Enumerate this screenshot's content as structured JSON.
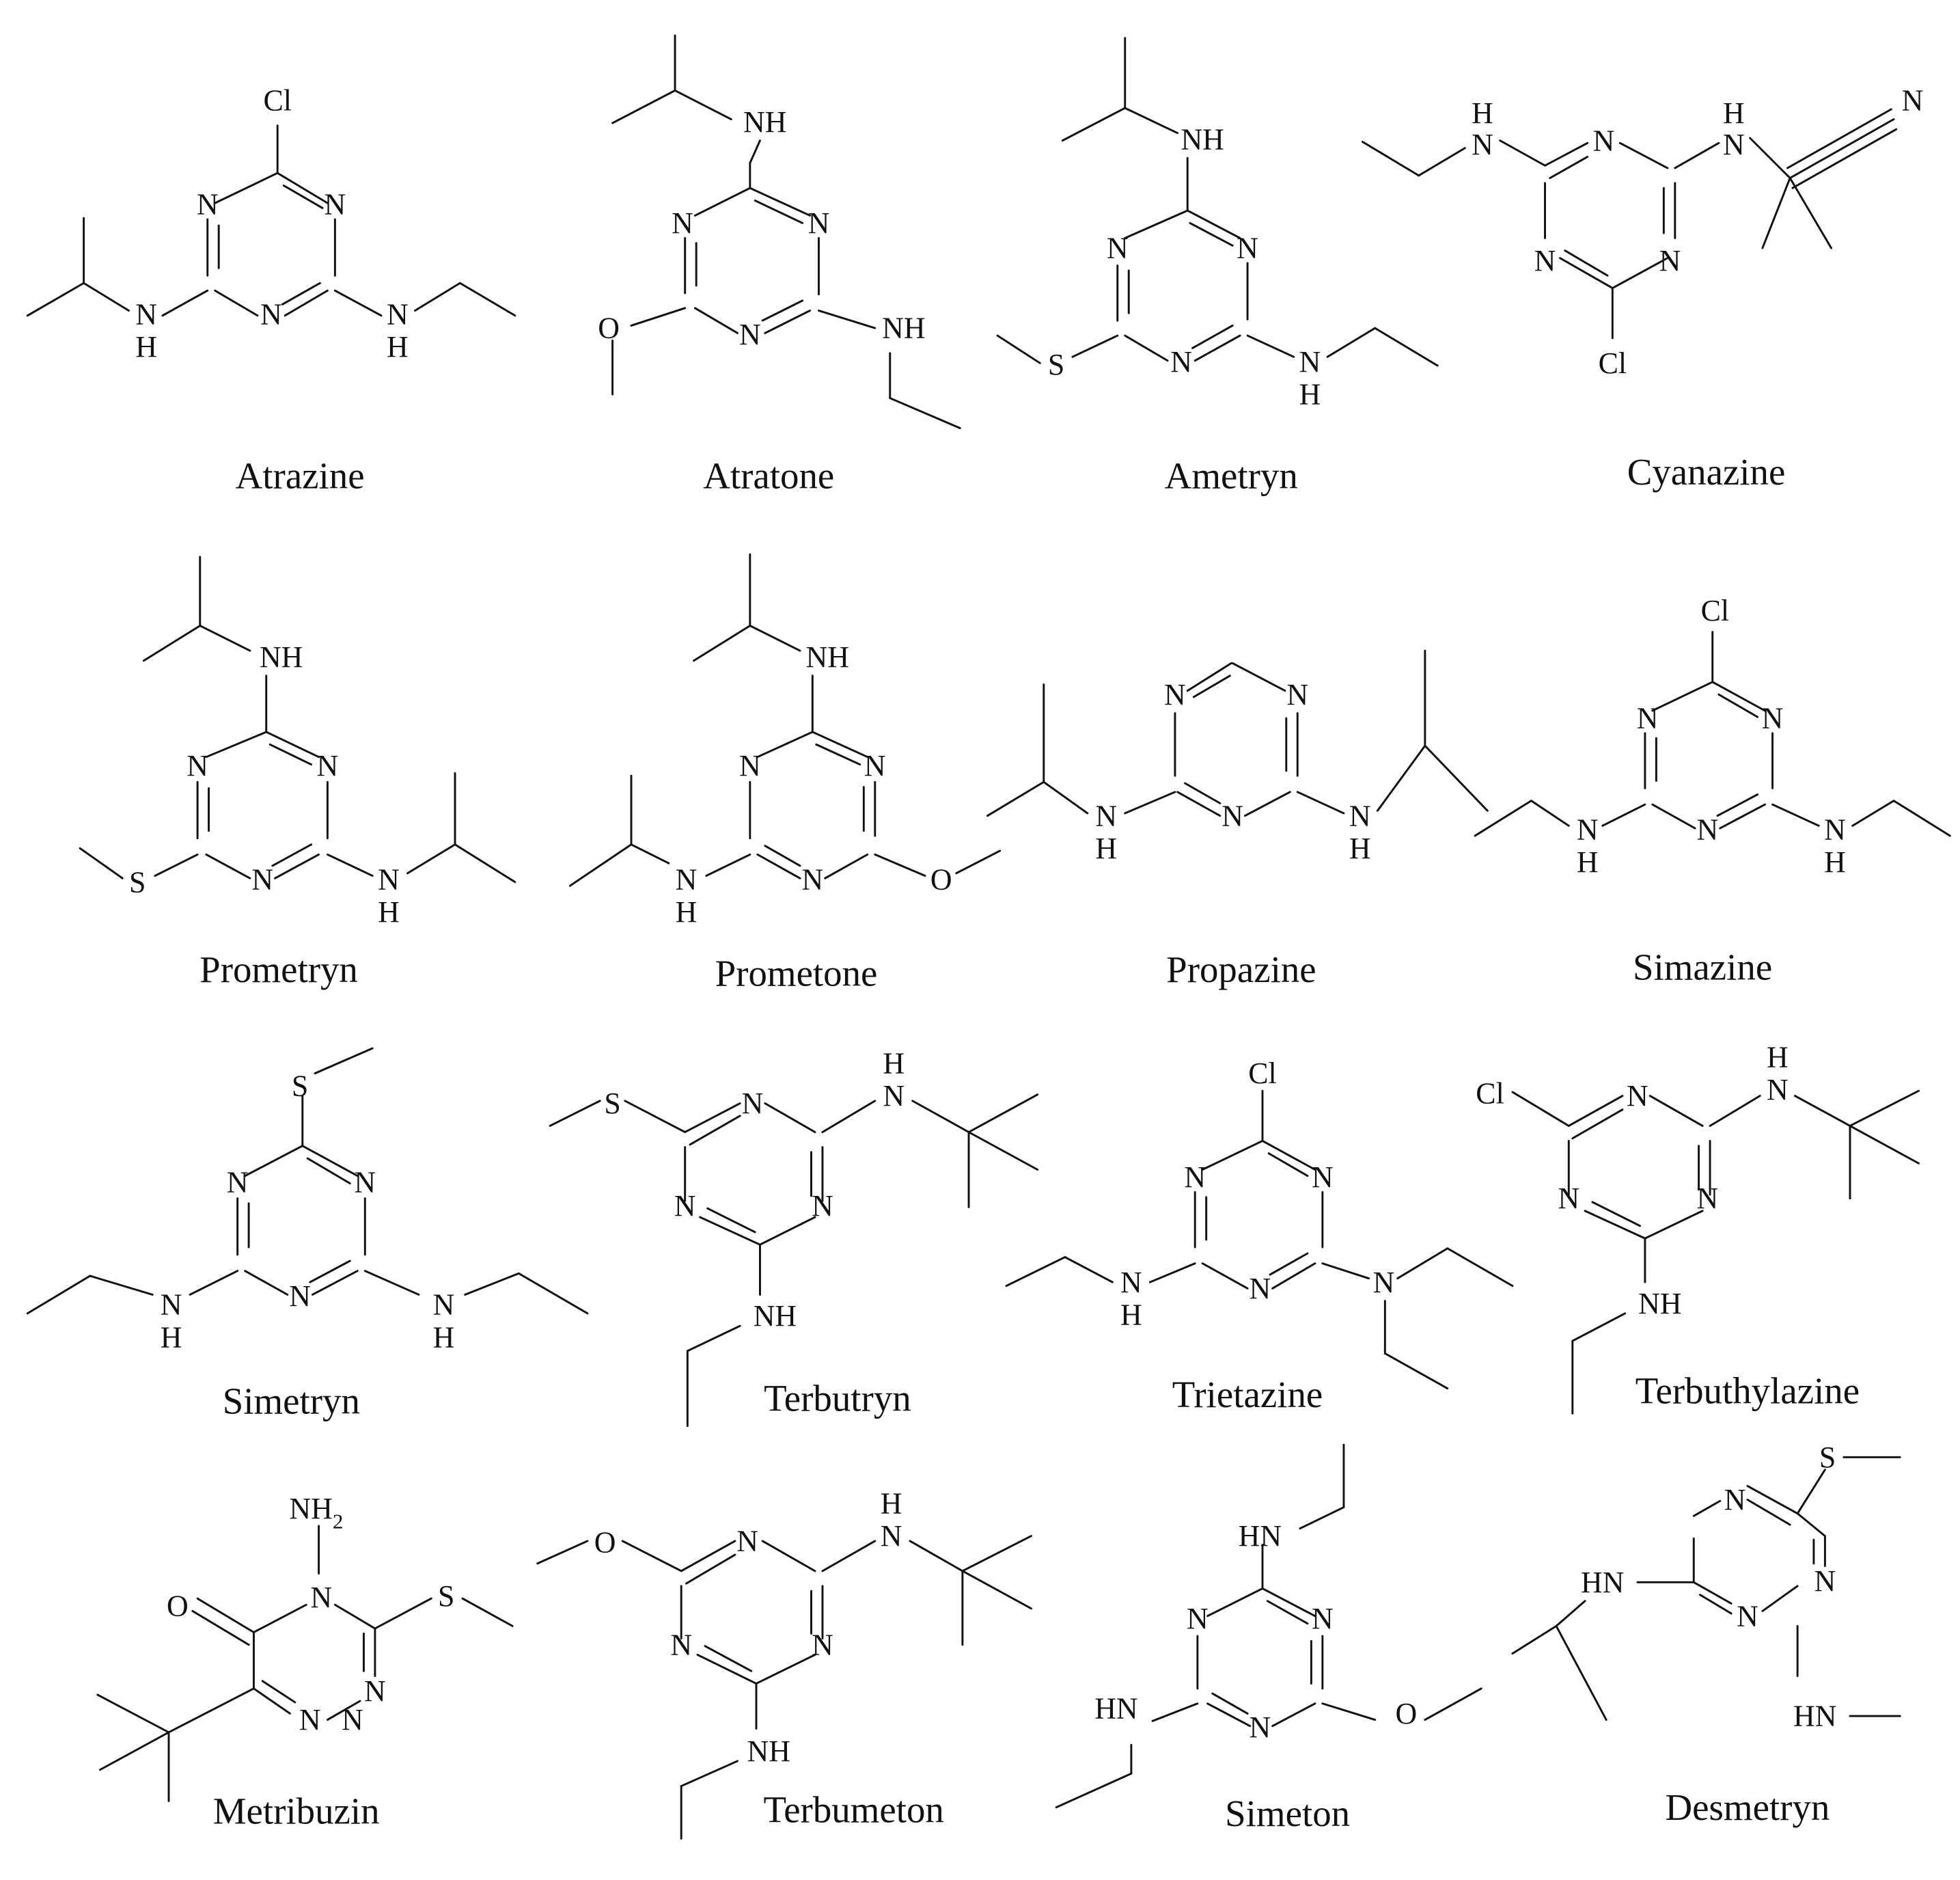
{
  "colors": {
    "ink": "#111111",
    "background": "#ffffff"
  },
  "labels": {
    "r1c1": "Atrazine",
    "r1c2": "Atratone",
    "r1c3": "Ametryn",
    "r1c4": "Cyanazine",
    "r2c1": "Prometryn",
    "r2c2": "Prometone",
    "r2c3": "Propazine",
    "r2c4": "Simazine",
    "r3c1": "Simetryn",
    "r3c2": "Terbutryn",
    "r3c3": "Trietazine",
    "r3c4": "Terbuthylazine",
    "r4c1": "Metribuzin",
    "r4c2": "Terbumeton",
    "r4c3": "Simeton",
    "r4c4": "Desmetryn"
  },
  "atoms": {
    "ring_n": "N",
    "nh": "NH",
    "hn": "HN",
    "n_sub": "N",
    "h": "H",
    "cl": "Cl",
    "s": "S",
    "o": "O",
    "n_nitrile": "N",
    "nh2": "NH",
    "nh2_sub": "2",
    "o_keto": "O",
    "n4": "N",
    "n_n": "N"
  }
}
